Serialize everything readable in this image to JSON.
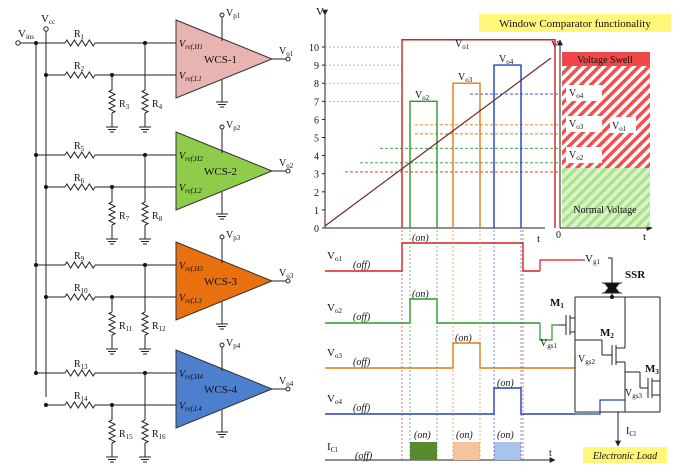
{
  "left_circuit": {
    "vin": "V",
    "vin_sub": "ins",
    "vcc": "V",
    "vcc_sub": "cc",
    "comparators": [
      {
        "name": "WCS-1",
        "vrefH": "V",
        "vrefH_sub": "ref,H1",
        "vrefL": "V",
        "vrefL_sub": "ref,L1",
        "vp": "V",
        "vp_sub": "p1",
        "vo": "V",
        "vo_sub": "o1",
        "ra": "R",
        "ra_sub": "1",
        "rb": "R",
        "rb_sub": "2",
        "rc": "R",
        "rc_sub": "3",
        "rd": "R",
        "rd_sub": "4",
        "color": "#e8b4b0"
      },
      {
        "name": "WCS-2",
        "vrefH": "V",
        "vrefH_sub": "ref,H2",
        "vrefL": "V",
        "vrefL_sub": "ref,L2",
        "vp": "V",
        "vp_sub": "p2",
        "vo": "V",
        "vo_sub": "o2",
        "ra": "R",
        "ra_sub": "5",
        "rb": "R",
        "rb_sub": "6",
        "rc": "R",
        "rc_sub": "7",
        "rd": "R",
        "rd_sub": "8",
        "color": "#8fcc4a"
      },
      {
        "name": "WCS-3",
        "vrefH": "V",
        "vrefH_sub": "ref,H3",
        "vrefL": "V",
        "vrefL_sub": "ref,L3",
        "vp": "V",
        "vp_sub": "p3",
        "vo": "V",
        "vo_sub": "o3",
        "ra": "R",
        "ra_sub": "9",
        "rb": "R",
        "rb_sub": "10",
        "rc": "R",
        "rc_sub": "11",
        "rd": "R",
        "rd_sub": "12",
        "color": "#e8700e"
      },
      {
        "name": "WCS-4",
        "vrefH": "V",
        "vrefH_sub": "ref,H4",
        "vrefL": "V",
        "vrefL_sub": "ref,L4",
        "vp": "V",
        "vp_sub": "p4",
        "vo": "V",
        "vo_sub": "o4",
        "ra": "R",
        "ra_sub": "13",
        "rb": "R",
        "rb_sub": "14",
        "rc": "R",
        "rc_sub": "15",
        "rd": "R",
        "rd_sub": "16",
        "color": "#4d7fcf"
      }
    ]
  },
  "top_graph": {
    "title": "Window Comparator functionality",
    "y_axis_label": "V",
    "y_ticks": [
      "0",
      "1",
      "2",
      "3",
      "4",
      "5",
      "6",
      "7",
      "8",
      "9",
      "10"
    ],
    "t_label": "t",
    "pulse_labels": [
      {
        "v": "V",
        "sub": "o1"
      },
      {
        "v": "V",
        "sub": "o2"
      },
      {
        "v": "V",
        "sub": "o3"
      },
      {
        "v": "V",
        "sub": "o4"
      }
    ],
    "right_axis_label": "V",
    "right_t_label": "t",
    "right_zero": "0",
    "band_swell": "Voltage Swell",
    "band_normal": "Normal Voltage",
    "band_labels": [
      {
        "v": "V",
        "sub": "o4"
      },
      {
        "v": "V",
        "sub": "o3"
      },
      {
        "v": "V",
        "sub": "o2"
      },
      {
        "v": "V",
        "sub": "o1"
      }
    ]
  },
  "timing": {
    "rows": [
      {
        "v": "V",
        "sub": "o1",
        "on": "(on)",
        "off": "(off)"
      },
      {
        "v": "V",
        "sub": "o2",
        "on": "(on)",
        "off": "(off)"
      },
      {
        "v": "V",
        "sub": "o3",
        "on": "(on)",
        "off": "(off)"
      },
      {
        "v": "V",
        "sub": "o4",
        "on": "(on)",
        "off": "(off)"
      },
      {
        "v": "I",
        "sub": "Cl",
        "on": "(on)",
        "off": "(off)"
      }
    ],
    "t_label": "t"
  },
  "switch_circuit": {
    "vg1": "V",
    "vg1_sub": "g1",
    "ssr": "SSR",
    "m1": "M",
    "m1_sub": "1",
    "m2": "M",
    "m2_sub": "2",
    "m3": "M",
    "m3_sub": "3",
    "vgs1": "V",
    "vgs1_sub": "gs1",
    "vgs2": "V",
    "vgs2_sub": "gs2",
    "vgs3": "V",
    "vgs3_sub": "gs3",
    "icl": "I",
    "icl_sub": "Cl",
    "load_label": "Electronic Load"
  },
  "colors": {
    "wire": "#222222",
    "red": "#d42020",
    "green": "#2a9a2a",
    "orange": "#e07a10",
    "blue": "#2040c0",
    "ramp": "#6a2a2a",
    "yellow": "#fff77a"
  }
}
